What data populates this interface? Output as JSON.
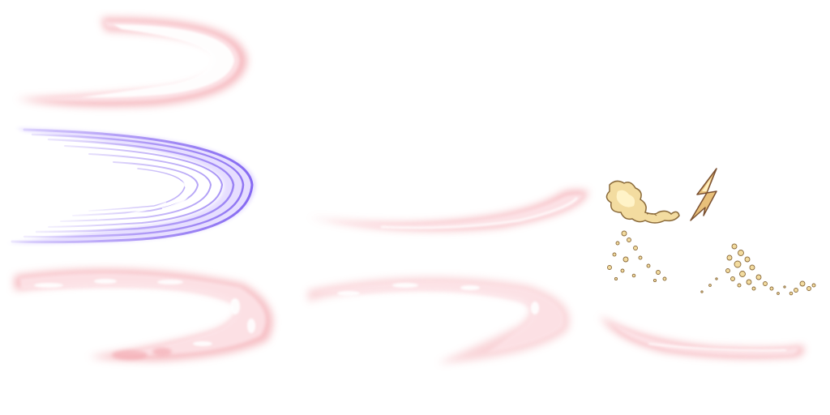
{
  "sprite_sheet": {
    "background": "#ffffff",
    "palette": {
      "pink_glow": "#f2a0a8",
      "pink_core": "#fde4e8",
      "violet": "#8a6cf0",
      "violet_light": "#c9b8ff",
      "dust_fill": "#f3dca0",
      "dust_outline": "#8a6a3a",
      "bolt_fill": "#e8c07a",
      "bolt_outline": "#7a5030"
    },
    "sprites": [
      {
        "name": "pink-crescent-slash",
        "icon": "crescent-slash-icon"
      },
      {
        "name": "violet-speed-arc",
        "icon": "speed-arc-icon"
      },
      {
        "name": "pink-wide-arc",
        "icon": "wide-arc-icon"
      },
      {
        "name": "pink-short-swoosh",
        "icon": "swoosh-icon"
      },
      {
        "name": "pink-faded-arc",
        "icon": "faded-arc-icon"
      },
      {
        "name": "dust-cloud-puff",
        "icon": "dust-cloud-icon"
      },
      {
        "name": "lightning-spark",
        "icon": "lightning-icon"
      },
      {
        "name": "dust-particles",
        "icon": "particles-icon"
      },
      {
        "name": "pink-low-swoosh",
        "icon": "swoosh-icon"
      }
    ]
  }
}
